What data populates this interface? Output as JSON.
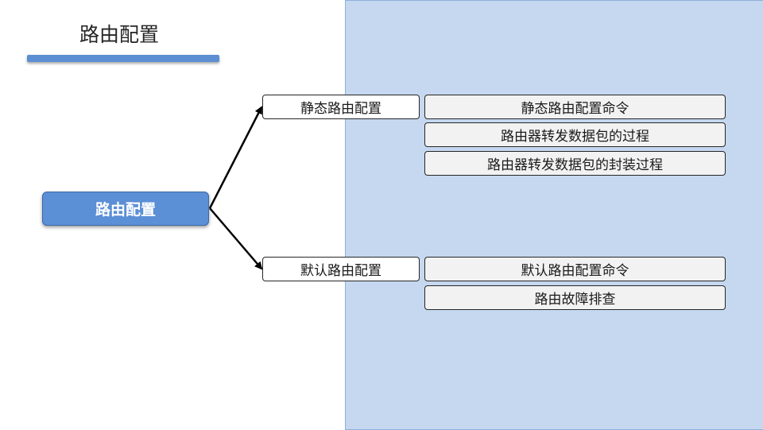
{
  "slide": {
    "title": "路由配置"
  },
  "diagram": {
    "root": {
      "label": "路由配置"
    },
    "branches": [
      {
        "label": "静态路由配置",
        "leaves": [
          {
            "label": "静态路由配置命令"
          },
          {
            "label": "路由器转发数据包的过程"
          },
          {
            "label": "路由器转发数据包的封装过程"
          }
        ]
      },
      {
        "label": "默认路由配置",
        "leaves": [
          {
            "label": "默认路由配置命令"
          },
          {
            "label": "路由故障排查"
          }
        ]
      }
    ]
  },
  "colors": {
    "accent": "#5b8fd6",
    "panel_bg": "#c5d8f0",
    "leaf_bg": "#f2f2f2"
  }
}
